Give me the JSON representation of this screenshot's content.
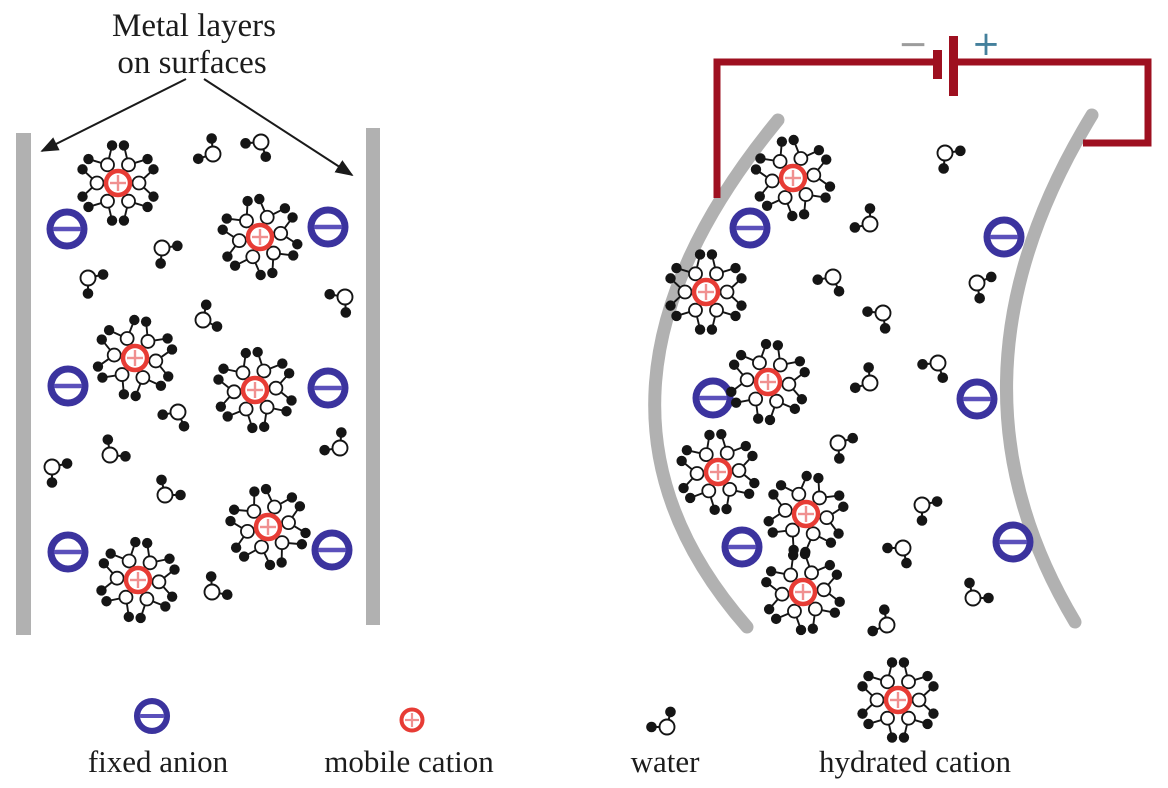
{
  "title": {
    "line1": "Metal layers",
    "line2": "on surfaces"
  },
  "circuit": {
    "minus_label": "−",
    "plus_label": "+"
  },
  "legend": {
    "items": [
      {
        "id": "fixed-anion",
        "label": "fixed anion"
      },
      {
        "id": "mobile-cation",
        "label": "mobile cation"
      },
      {
        "id": "water",
        "label": "water"
      },
      {
        "id": "hydrated-cation",
        "label": "hydrated cation"
      }
    ]
  },
  "colors": {
    "metal_gray": "#b1b1b1",
    "anion_ring": "#3b339e",
    "anion_minus": "#5b50bb",
    "cation_ring": "#e73c35",
    "cation_plus": "#f09090",
    "molecule_black": "#151515",
    "wire_maroon": "#9e1020",
    "battery_minus_label": "#9c9c9c",
    "battery_plus_label": "#44809c",
    "text_black": "#1c1c1c"
  },
  "membrane_left": {
    "anions": [
      [
        67,
        229
      ],
      [
        328,
        227
      ],
      [
        68,
        386
      ],
      [
        328,
        388
      ],
      [
        68,
        552
      ],
      [
        332,
        550
      ]
    ],
    "hydrated_cations": [
      [
        118,
        183,
        0
      ],
      [
        260,
        237,
        10
      ],
      [
        135,
        358,
        -8
      ],
      [
        255,
        390,
        5
      ],
      [
        268,
        527,
        12
      ],
      [
        138,
        580,
        -5
      ]
    ],
    "waters": [
      [
        213,
        154,
        95
      ],
      [
        261,
        142,
        185
      ],
      [
        162,
        248,
        265
      ],
      [
        88,
        278,
        270
      ],
      [
        203,
        320,
        -25
      ],
      [
        345,
        297,
        170
      ],
      [
        178,
        412,
        190
      ],
      [
        52,
        467,
        270
      ],
      [
        110,
        455,
        -5
      ],
      [
        165,
        495,
        0
      ],
      [
        340,
        448,
        85
      ],
      [
        212,
        592,
        -10
      ]
    ]
  },
  "membrane_right": {
    "anions": [
      [
        750,
        228
      ],
      [
        1004,
        237
      ],
      [
        713,
        398
      ],
      [
        977,
        399
      ],
      [
        742,
        547
      ],
      [
        1013,
        542
      ]
    ],
    "hydrated_cations": [
      [
        793,
        178,
        8
      ],
      [
        706,
        292,
        0
      ],
      [
        768,
        382,
        -6
      ],
      [
        718,
        472,
        4
      ],
      [
        806,
        514,
        -10
      ],
      [
        803,
        592,
        6
      ]
    ],
    "waters": [
      [
        945,
        153,
        265
      ],
      [
        870,
        224,
        90
      ],
      [
        833,
        277,
        190
      ],
      [
        977,
        283,
        280
      ],
      [
        883,
        313,
        175
      ],
      [
        938,
        363,
        185
      ],
      [
        870,
        383,
        95
      ],
      [
        838,
        443,
        275
      ],
      [
        922,
        505,
        270
      ],
      [
        903,
        548,
        180
      ],
      [
        973,
        598,
        0
      ],
      [
        887,
        625,
        100
      ]
    ]
  },
  "legend_icons": {
    "fixed_anion": [
      152,
      716
    ],
    "mobile_cation": [
      412,
      720
    ],
    "water": [
      667,
      727,
      77
    ],
    "hydrated_cation": [
      898,
      700,
      0
    ]
  }
}
